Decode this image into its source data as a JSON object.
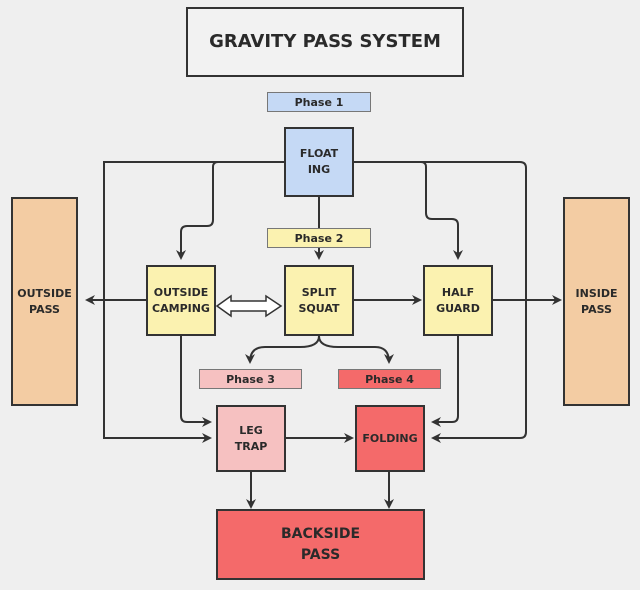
{
  "title": "GRAVITY PASS SYSTEM",
  "colors": {
    "blue": "#c5d9f5",
    "yellow": "#fbf2b0",
    "orange": "#f3cca3",
    "pink": "#f6c1c1",
    "red": "#f46a6a",
    "stroke": "#333333"
  },
  "phases": {
    "p1": "Phase 1",
    "p2": "Phase 2",
    "p3": "Phase 3",
    "p4": "Phase 4"
  },
  "nodes": {
    "floating": "FLOAT\nING",
    "outside_camping": "OUTSIDE\nCAMPING",
    "split_squat": "SPLIT\nSQUAT",
    "half_guard": "HALF\nGUARD",
    "outside_pass": "OUTSIDE\nPASS",
    "inside_pass": "INSIDE\nPASS",
    "leg_trap": "LEG\nTRAP",
    "folding": "FOLDING",
    "backside_pass": "BACKSIDE\nPASS"
  },
  "edges": [
    {
      "from": "floating",
      "to": "outside_camping"
    },
    {
      "from": "floating",
      "to": "split_squat",
      "via": "Phase 2"
    },
    {
      "from": "floating",
      "to": "half_guard"
    },
    {
      "from": "floating",
      "to": "leg_trap"
    },
    {
      "from": "floating",
      "to": "folding"
    },
    {
      "from": "outside_camping",
      "to": "outside_pass"
    },
    {
      "from": "outside_camping",
      "to": "split_squat",
      "bidirectional": true
    },
    {
      "from": "split_squat",
      "to": "half_guard"
    },
    {
      "from": "half_guard",
      "to": "inside_pass"
    },
    {
      "from": "split_squat",
      "to": "Phase 3"
    },
    {
      "from": "split_squat",
      "to": "Phase 4"
    },
    {
      "from": "outside_camping",
      "to": "leg_trap"
    },
    {
      "from": "half_guard",
      "to": "folding"
    },
    {
      "from": "leg_trap",
      "to": "folding"
    },
    {
      "from": "leg_trap",
      "to": "backside_pass"
    },
    {
      "from": "folding",
      "to": "backside_pass"
    }
  ]
}
